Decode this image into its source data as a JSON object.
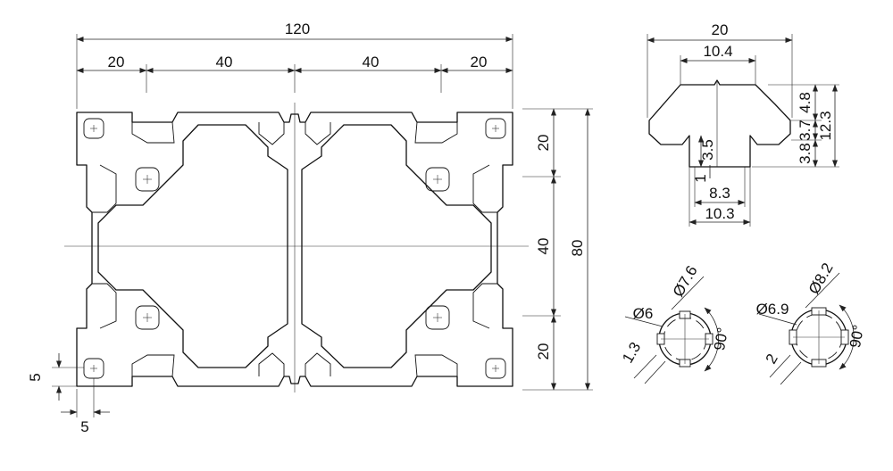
{
  "front": {
    "overall_width": "120",
    "seg": [
      "20",
      "40",
      "40",
      "20"
    ],
    "right_segs": [
      "20",
      "40",
      "20"
    ],
    "overall_height": "80",
    "slot_h": "5",
    "slot_w": "5"
  },
  "slot": {
    "top": "20",
    "opening": "10.4",
    "h_top": "4.8",
    "h_mid": "3.7",
    "h_bot": "3.8",
    "h_total": "12.3",
    "neck_h": "3.5",
    "neck_small": "1",
    "inner_w": "8.3",
    "outer_w": "10.3"
  },
  "core_a": {
    "d_outer": "Ø7.6",
    "d_inner": "Ø6",
    "slot": "1.3",
    "angle": "90°"
  },
  "core_b": {
    "d_outer": "Ø8.2",
    "d_inner": "Ø6.9",
    "slot": "2",
    "angle": "90°"
  }
}
